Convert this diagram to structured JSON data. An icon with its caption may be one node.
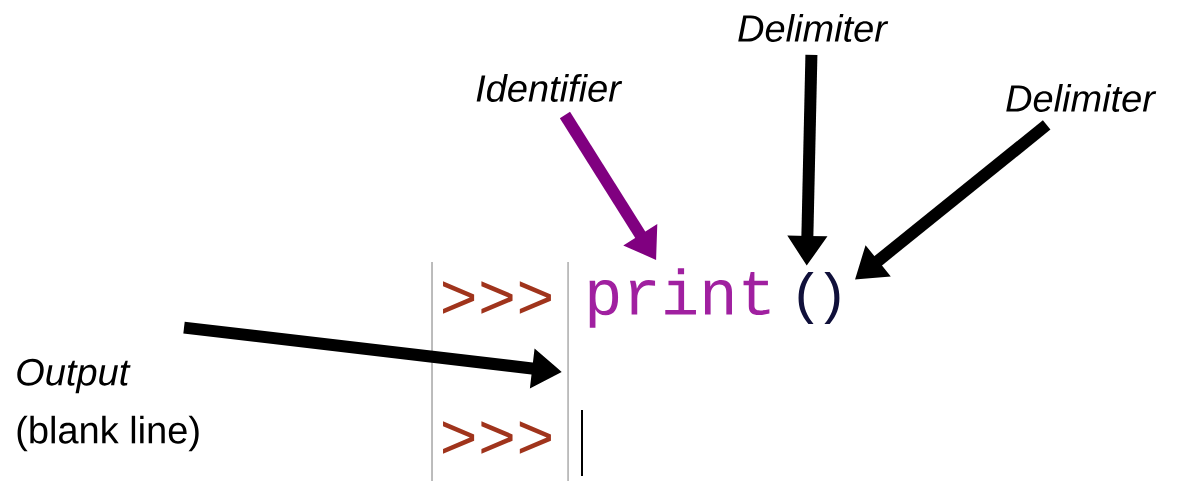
{
  "diagram": {
    "nodes": [
      {
        "text": [
          "Identifier"
        ]
      },
      {
        "text": [
          "Delimiter"
        ]
      },
      {
        "text": [
          "Delimiter"
        ]
      },
      {
        "text": [
          "Output",
          "(blank line)"
        ]
      },
      {
        "text": [
          "print"
        ]
      },
      {
        "text": [
          "("
        ]
      },
      {
        "text": [
          ")"
        ]
      }
    ],
    "edges": [
      {
        "from": 0,
        "to": 4,
        "arrow": "to",
        "color": "#800080"
      },
      {
        "from": 1,
        "to": 5,
        "arrow": "to"
      },
      {
        "from": 2,
        "to": 6,
        "arrow": "to"
      },
      {
        "from": 3,
        "to": null,
        "arrow": "to"
      }
    ],
    "labels": [
      ">>>",
      ">>>"
    ]
  }
}
